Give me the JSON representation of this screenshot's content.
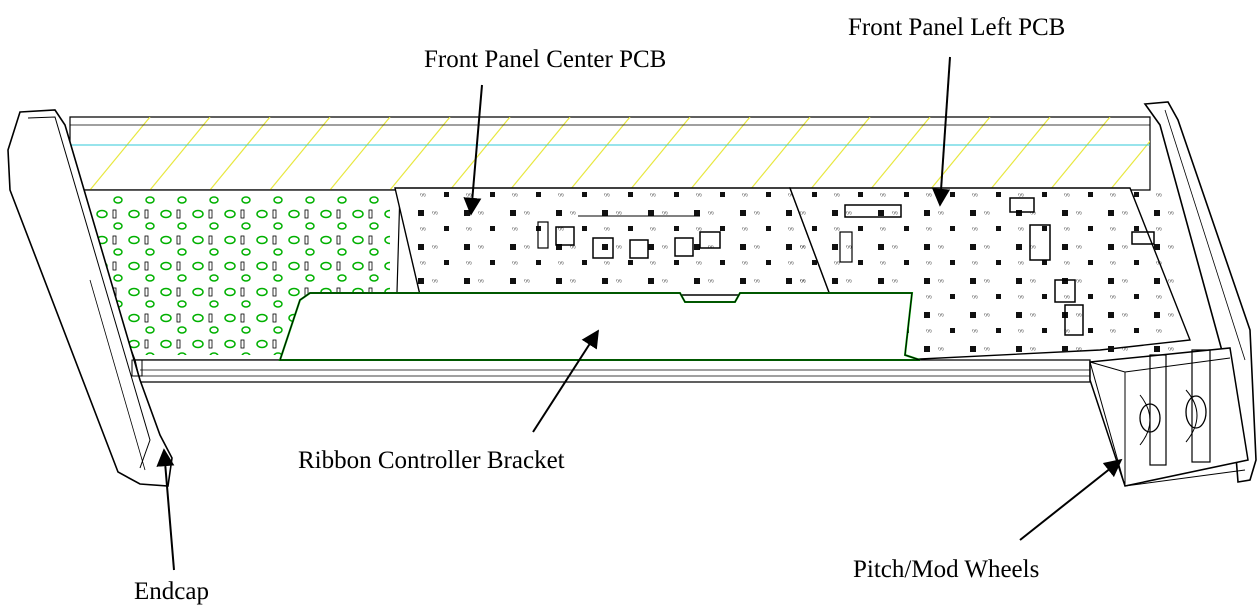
{
  "labels": {
    "front_panel_center_pcb": "Front Panel Center PCB",
    "front_panel_left_pcb": "Front Panel Left PCB",
    "ribbon_controller_bracket": "Ribbon Controller Bracket",
    "pitch_mod_wheels": "Pitch/Mod Wheels",
    "endcap": "Endcap"
  },
  "colors": {
    "outline": "#000000",
    "pcb_trace": "#00b000",
    "hatch": "#e8e840",
    "accent_cyan": "#30c8d8"
  }
}
